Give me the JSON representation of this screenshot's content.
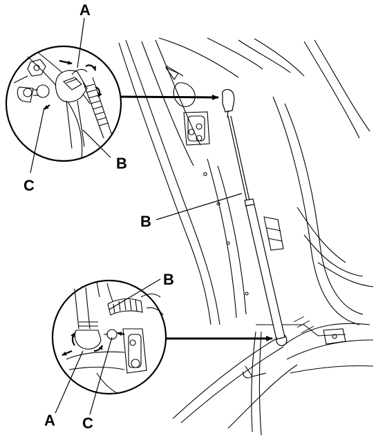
{
  "labels": {
    "top_a": "A",
    "top_b": "B",
    "top_c": "C",
    "strut_b": "B",
    "bottom_b": "B",
    "bottom_a": "A",
    "bottom_c": "C"
  },
  "colors": {
    "line": "#000000",
    "background": "#ffffff"
  }
}
